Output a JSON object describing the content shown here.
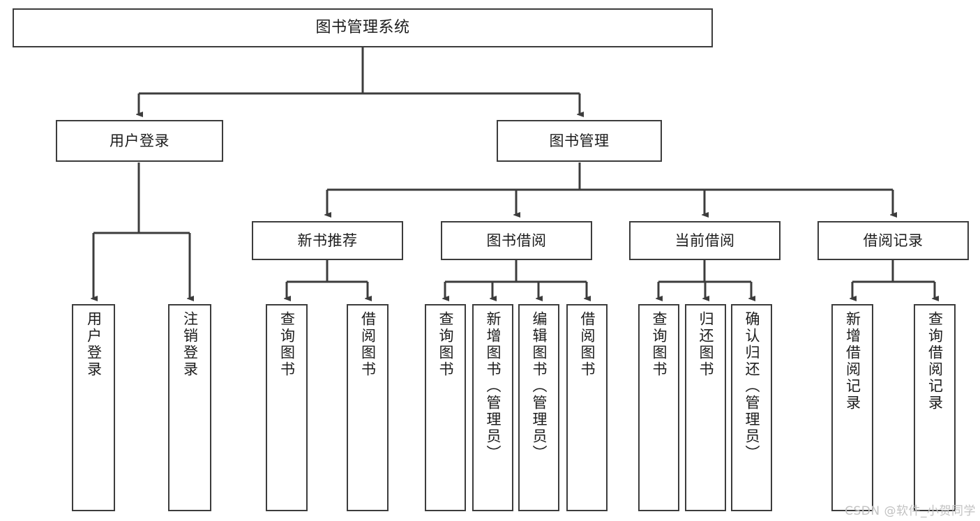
{
  "diagram": {
    "title": "图书管理系统",
    "type": "tree-hierarchy-chart",
    "watermark": "CSDN @软件_小贺同学",
    "colors": {
      "box_border": "#3c3c3c",
      "box_fill": "#ffffff",
      "connector": "#3c3c3c",
      "text": "#1c1c1c",
      "watermark": "#c2c2c2"
    },
    "root": {
      "label": "图书管理系统"
    },
    "level2": [
      {
        "key": "user_login",
        "label": "用户登录"
      },
      {
        "key": "book_manage",
        "label": "图书管理"
      }
    ],
    "level3": [
      {
        "key": "new_book_rec",
        "label": "新书推荐"
      },
      {
        "key": "book_borrow",
        "label": "图书借阅"
      },
      {
        "key": "current_borrow",
        "label": "当前借阅"
      },
      {
        "key": "borrow_record",
        "label": "借阅记录"
      }
    ],
    "leaves": {
      "user_login": [
        {
          "label": "用户登录"
        },
        {
          "label": "注销登录"
        }
      ],
      "new_book_rec": [
        {
          "label": "查询图书"
        },
        {
          "label": "借阅图书"
        }
      ],
      "book_borrow": [
        {
          "label": "查询图书"
        },
        {
          "label": "新增图书（管理员）"
        },
        {
          "label": "编辑图书（管理员）"
        },
        {
          "label": "借阅图书"
        }
      ],
      "current_borrow": [
        {
          "label": "查询图书"
        },
        {
          "label": "归还图书"
        },
        {
          "label": "确认归还（管理员）"
        }
      ],
      "borrow_record": [
        {
          "label": "新增借阅记录"
        },
        {
          "label": "查询借阅记录"
        }
      ]
    }
  }
}
